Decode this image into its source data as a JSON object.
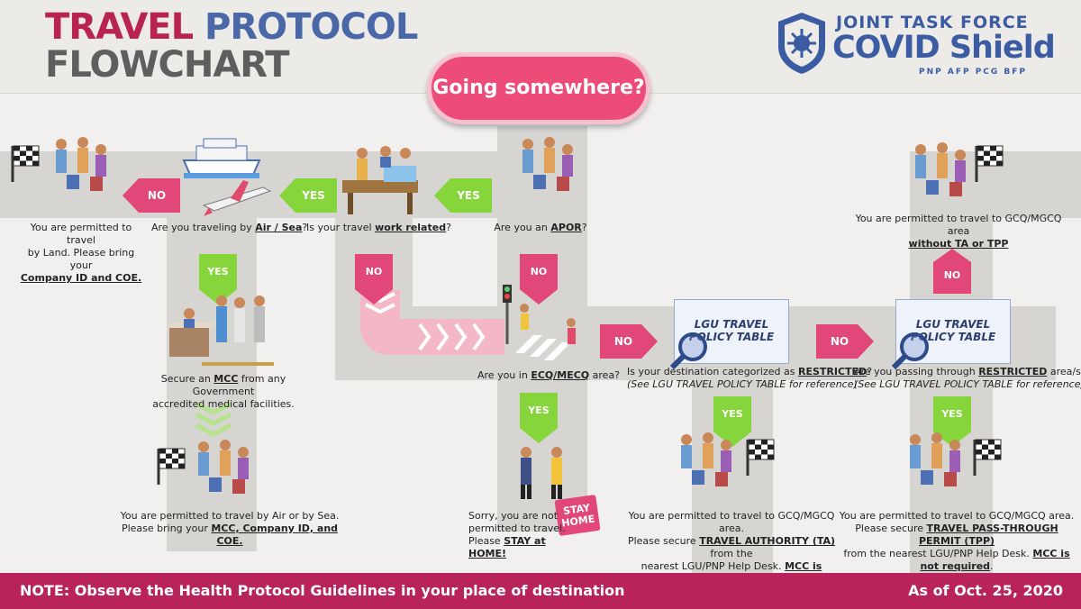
{
  "header": {
    "title_part1": "TRAVEL",
    "title_part2": "PROTOCOL",
    "title_line2": "FLOWCHART",
    "logo": {
      "line1": "JOINT TASK FORCE",
      "line2": "COVID Shield",
      "line3": "PNP  AFP  PCG  BFP"
    }
  },
  "start": "Going somewhere?",
  "arrows": {
    "no": "NO",
    "yes": "YES"
  },
  "questions": {
    "apor": {
      "pre": "Are you an ",
      "key": "APOR",
      "post": "?"
    },
    "work": {
      "pre": "Is your travel ",
      "key": "work related",
      "post": "?"
    },
    "airsea": {
      "pre": "Are you traveling by ",
      "key": "Air / Sea",
      "post": "?"
    },
    "ecq": {
      "pre": "Are you in ",
      "key": "ECQ/MECQ",
      "post": " area?"
    },
    "restricted": {
      "pre": "Is your destination categorized as ",
      "key": "RESTRICTED",
      "post": "?",
      "note": "(See LGU TRAVEL POLICY TABLE for reference)"
    },
    "passing": {
      "pre": "Are you passing through ",
      "key": "RESTRICTED",
      "post": " area/s?",
      "note": "(See LGU TRAVEL POLICY TABLE for reference)"
    }
  },
  "outcomes": {
    "land": {
      "l1": "You are permitted to travel",
      "l2": "by Land. Please bring your",
      "key": "Company ID and COE."
    },
    "mcc": {
      "pre": "Secure an ",
      "key": "MCC",
      "post": " from any Government",
      "l2": "accredited medical facilities."
    },
    "airsea": {
      "l1": "You are permitted to travel by Air or by Sea.",
      "pre": "Please bring your ",
      "key": "MCC, Company ID, and COE."
    },
    "stay": {
      "l1": "Sorry, you are not",
      "l2": "permitted to travel.",
      "pre": "Please ",
      "key": "STAY at HOME!"
    },
    "ta": {
      "l1": "You are permitted to travel to GCQ/MGCQ area.",
      "pre": "Please secure ",
      "key": "TRAVEL AUTHORITY (TA)",
      "post": " from the",
      "l3pre": "nearest LGU/PNP Help Desk. ",
      "l3key": "MCC is required",
      "l3post": "."
    },
    "tpp": {
      "l1": "You are permitted to travel to GCQ/MGCQ area.",
      "pre": "Please secure ",
      "key": "TRAVEL PASS-THROUGH PERMIT (TPP)",
      "l3pre": "from the nearest LGU/PNP Help Desk. ",
      "l3key": "MCC is not required",
      "l3post": "."
    },
    "noTA": {
      "l1": "You are permitted to travel to GCQ/MGCQ area",
      "key": "without TA or TPP"
    }
  },
  "policy_table": "LGU TRAVEL POLICY TABLE",
  "stay_home_sign": {
    "l1": "STAY",
    "l2": "HOME"
  },
  "footer": {
    "note": "NOTE: Observe the Health Protocol Guidelines in your place of destination",
    "date": "As of Oct. 25, 2020"
  },
  "colors": {
    "pink": "#e2477a",
    "green": "#86d53b",
    "title_red": "#b8234f",
    "title_blue": "#4a67a7",
    "footer": "#b8235a"
  }
}
